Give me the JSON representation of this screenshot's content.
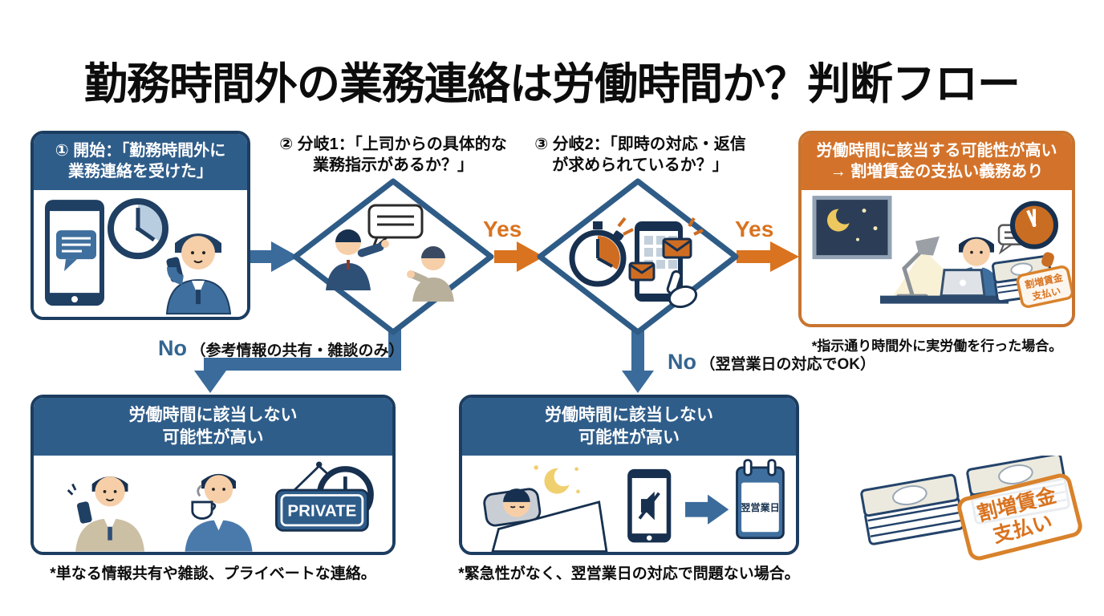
{
  "title": "勤務時間外の業務連絡は労働時間か？判断フロー",
  "colors": {
    "navy": "#1f3f63",
    "blue_header": "#2f5d8a",
    "steel_blue": "#3a6b9b",
    "orange": "#d9731f",
    "orange_border": "#c8742e"
  },
  "start_box": {
    "header_line1": "① 開始：「勤務時間外に",
    "header_line2": "業務連絡を受けた」"
  },
  "decision1": {
    "label_line1": "② 分岐1：「上司からの具体的な",
    "label_line2": "業務指示があるか？」"
  },
  "decision2": {
    "label_line1": "③ 分岐2：「即時の対応・返信",
    "label_line2": "が求められているか？」"
  },
  "edges": {
    "yes1": "Yes",
    "yes2": "Yes",
    "no1_word": "No",
    "no1_note": "（参考情報の共有・雑談のみ）",
    "no2_word": "No",
    "no2_note": "（翌営業日の対応でOK）"
  },
  "result_box": {
    "header_line1": "労働時間に該当する可能性が高い",
    "header_line2": "→ 割増賃金の支払い義務あり",
    "footnote": "*指示通り時間外に実労働を行った場合。"
  },
  "private_box": {
    "header_line1": "労働時間に該当しない",
    "header_line2": "可能性が高い",
    "sign_text": "PRIVATE",
    "footnote": "*単なる情報共有や雑談、プライベートな連絡。"
  },
  "nextday_box": {
    "header_line1": "労働時間に該当しない",
    "header_line2": "可能性が高い",
    "calendar_text": "翌営業日",
    "footnote": "*緊急性がなく、翌営業日の対応で問題ない場合。"
  },
  "stamp": {
    "line1": "割増賃金",
    "line2": "支払い"
  }
}
